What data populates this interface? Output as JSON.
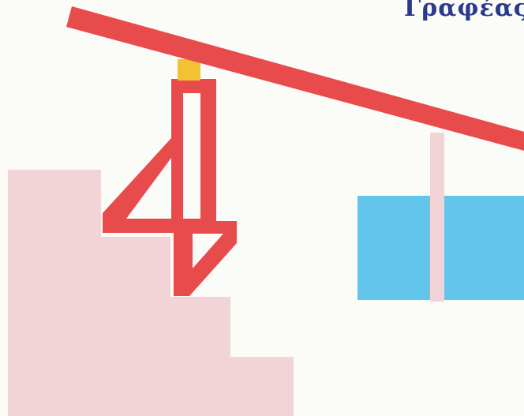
{
  "title": "Γραφέας",
  "colors": {
    "background": "#fbfbf8",
    "beam": "#e84b4b",
    "pivot_block": "#f2c233",
    "stairs": "#f2d4d6",
    "water_box": "#62c6ec",
    "rod": "#f2d4d6",
    "figure_four": "#e84b4b",
    "title_text": "#2a3a8c"
  },
  "shapes": [
    {
      "name": "staircase",
      "color_key": "stairs"
    },
    {
      "name": "figure-four",
      "color_key": "figure_four"
    },
    {
      "name": "pivot-block",
      "color_key": "pivot_block"
    },
    {
      "name": "beam",
      "color_key": "beam"
    },
    {
      "name": "water-box",
      "color_key": "water_box"
    },
    {
      "name": "rod",
      "color_key": "rod"
    }
  ]
}
